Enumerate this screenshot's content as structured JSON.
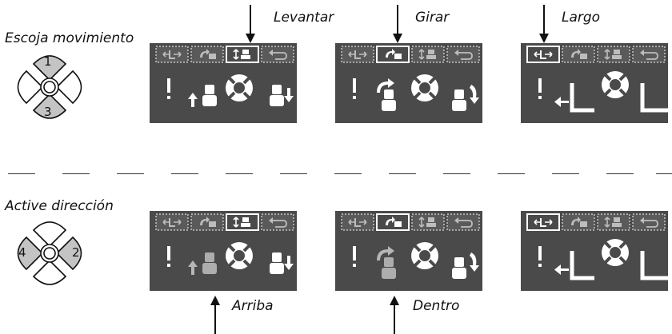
{
  "labels": {
    "choose_movement": "Escoja movimiento",
    "activate_direction": "Active dirección",
    "lift": "Levantar",
    "rotate": "Girar",
    "length": "Largo",
    "up": "Arriba",
    "inside": "Dentro"
  },
  "joystick_top": {
    "up_label": "1",
    "down_label": "3"
  },
  "joystick_bottom": {
    "left_label": "4",
    "right_label": "2"
  },
  "colors": {
    "panel_bg": "#4a4a4a",
    "pad_highlight": "#c4c4c4",
    "icon": "#ffffff",
    "text": "#111111"
  },
  "icons": [
    "length-adjust-icon",
    "rotate-icon",
    "lift-icon",
    "return-icon"
  ]
}
